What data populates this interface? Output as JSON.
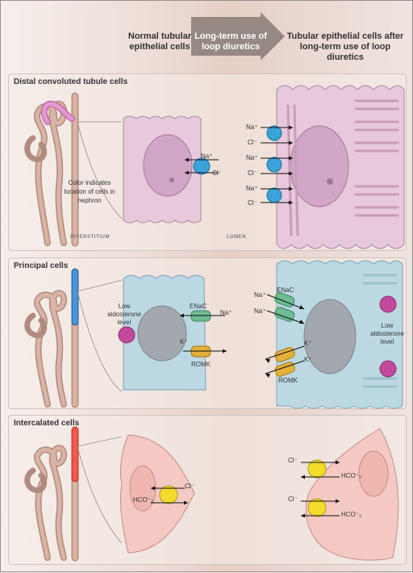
{
  "header": {
    "normal_cells": "Normal tubular epithelial cells",
    "arrow_text": "Long-term use of loop diuretics",
    "after_cells": "Tubular epithelial cells after long-term use of loop diuretics"
  },
  "panels": {
    "dct": {
      "title": "Distal convoluted tubule cells",
      "nephron_note": "Color indicates location of cells in nephron",
      "interstitium": "INTERSTITIUM",
      "lumen": "LUMEN",
      "normal": {
        "na": "Na⁺",
        "cl": "Cl⁻"
      },
      "after": [
        "Na⁺",
        "Cl⁻",
        "Na⁺",
        "Cl⁻",
        "Na⁺",
        "Cl⁻"
      ]
    },
    "principal": {
      "title": "Principal cells",
      "aldo_left": "Low aldosterone level",
      "enac": "ENaC",
      "na": "Na⁺",
      "k": "K⁺",
      "romk": "ROMK",
      "after": {
        "na1": "Na⁺",
        "na2": "Na⁺",
        "enac": "ENaC",
        "k1": "K⁺",
        "k2": "K⁺",
        "romk": "ROMK",
        "aldo_right": "Low aldosterone level"
      }
    },
    "intercalated": {
      "title": "Intercalated cells",
      "normal": {
        "cl": "Cl⁻",
        "hco3": "HCO⁻₃"
      },
      "after": {
        "cl1": "Cl⁻",
        "hco3_1": "HCO⁻₃",
        "cl2": "Cl⁻",
        "hco3_2": "HCO⁻₃"
      }
    }
  },
  "colors": {
    "dct_cell": "#e8c8db",
    "principal_cell": "#bcd9e3",
    "intercalated_cell": "#f4c9c4",
    "dct_highlight": "#d889c3",
    "principal_highlight": "#3d86c6",
    "intercalated_highlight": "#ee5a4d",
    "blue_transporter": "#3aa3da",
    "yellow_transporter": "#f3dc2a",
    "enac_green": "#6dbb93",
    "romk_gold": "#e4b13a",
    "aldosterone_magenta": "#c14a9c"
  }
}
